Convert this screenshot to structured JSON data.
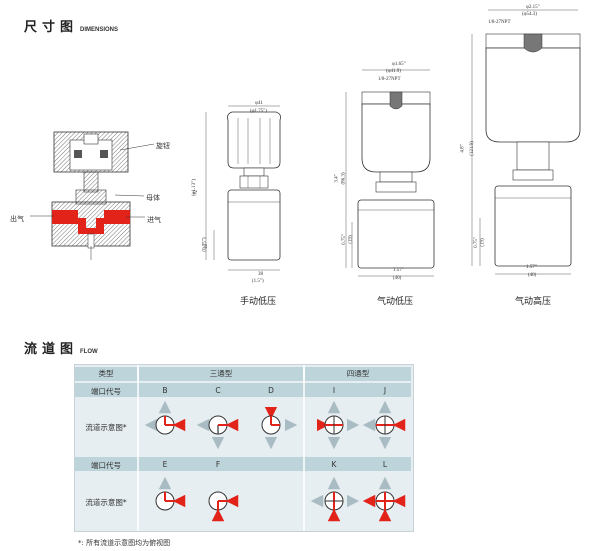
{
  "sections": {
    "dimensions": {
      "title_cn": "尺寸图",
      "title_en": "DIMENSIONS"
    },
    "flow": {
      "title_cn": "流道图",
      "title_en": "FLOW"
    }
  },
  "cutaway": {
    "labels": {
      "knob": "旋钮",
      "nut": "母体",
      "outlet": "出气",
      "inlet": "进气"
    }
  },
  "drawings": [
    {
      "caption": "手动低压",
      "dims": {
        "top_width": "φ41",
        "top_width_in": "(φ1.75\")",
        "height": "72",
        "height_in": "(φ1.13\")",
        "lower": "19",
        "lower_in": "(0.75\")",
        "base": "38",
        "base_in": "(1.5\")"
      }
    },
    {
      "caption": "气动低压",
      "dims": {
        "top_width": "φ1.65\"",
        "top_width_mm": "(φ41.9)",
        "port": "1/8-27NPT",
        "height": "3.4\"",
        "height_mm": "(86.3)",
        "lower": "0.75\"",
        "lower_mm": "(19)",
        "base": "1.57\"",
        "base_mm": "(40)"
      }
    },
    {
      "caption": "气动高压",
      "dims": {
        "top_width": "φ2.15\"",
        "top_width_mm": "(φ54.3)",
        "port": "1/8-27NPT",
        "height": "4.8\"",
        "height_mm": "(121.9)",
        "lower": "0.75\"",
        "lower_mm": "(19)",
        "base": "1.57\"",
        "base_mm": "(40)"
      }
    }
  ],
  "flow_table": {
    "header": {
      "type": "类型",
      "three_way": "三通型",
      "four_way": "四通型"
    },
    "row_labels": {
      "port_code": "端口代号",
      "diagram": "流道示意图*"
    },
    "row1_codes": [
      "B",
      "C",
      "D",
      "I",
      "J"
    ],
    "row2_codes": [
      "E",
      "F",
      "K",
      "L"
    ],
    "footnote": "*: 所有流道示意图均为俯视图",
    "colors": {
      "arrow_red": "#e2231a",
      "arrow_gray": "#a9bcc4",
      "header_bg": "#bcd4da",
      "table_bg": "#e6eef1"
    }
  }
}
